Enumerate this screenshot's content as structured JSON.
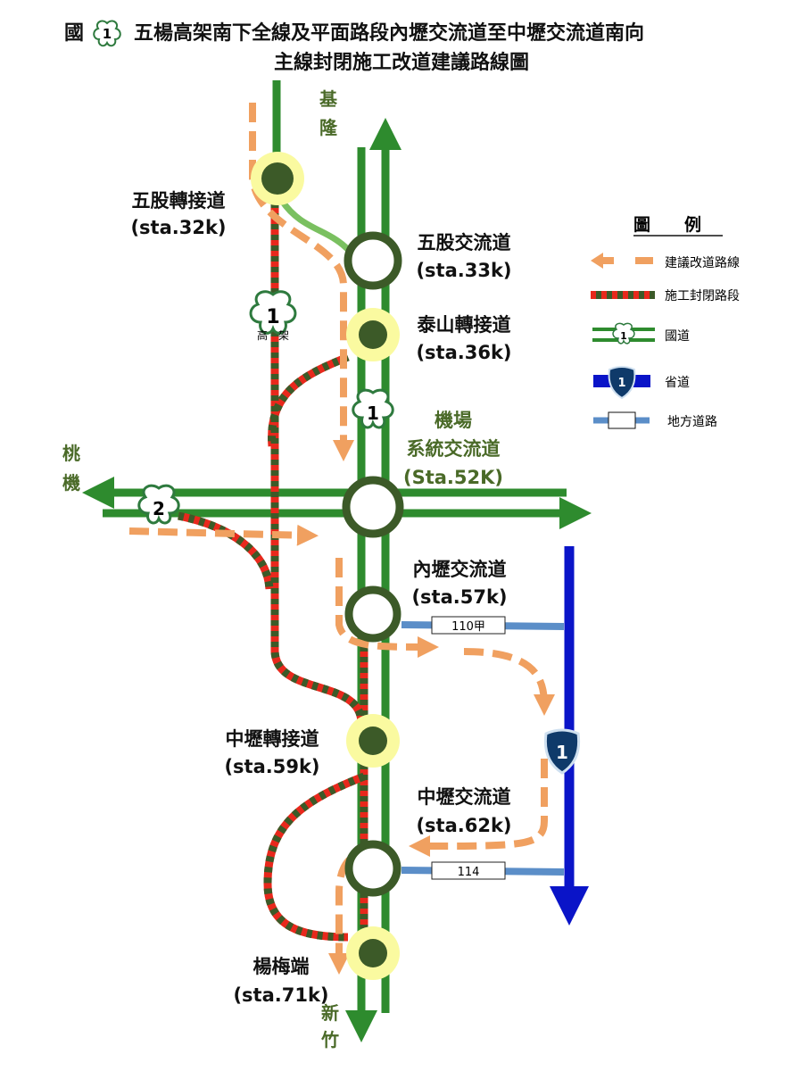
{
  "title": {
    "prefix": "國",
    "shield_number": "1",
    "line1": "五楊高架南下全線及平面路段內壢交流道至中壢交流道南向",
    "line2": "主線封閉施工改道建議路線圖"
  },
  "directions": {
    "north": [
      "基",
      "隆"
    ],
    "south": [
      "新",
      "竹"
    ],
    "west": [
      "桃",
      "機"
    ]
  },
  "nodes": [
    {
      "name": "五股轉接道",
      "sta": "(sta.32k)"
    },
    {
      "name": "五股交流道",
      "sta": "(sta.33k)"
    },
    {
      "name": "泰山轉接道",
      "sta": "(sta.36k)"
    },
    {
      "name": "機場",
      "name2": "系統交流道",
      "sta": "(Sta.52K)"
    },
    {
      "name": "內壢交流道",
      "sta": "(sta.57k)"
    },
    {
      "name": "中壢轉接道",
      "sta": "(sta.59k)"
    },
    {
      "name": "中壢交流道",
      "sta": "(sta.62k)"
    },
    {
      "name": "楊梅端",
      "sta": "(sta.71k)"
    }
  ],
  "shields": {
    "elevated": "1",
    "elevated_label": "高　架",
    "freeway": "1",
    "freeway2": "2",
    "provincial": "1"
  },
  "local_roads": [
    "110甲",
    "114"
  ],
  "legend": {
    "title": "圖　　例",
    "items": [
      "建議改道路線",
      "施工封閉路段",
      "國道",
      "省道",
      "地方道路"
    ],
    "shield_number": "1"
  },
  "colors": {
    "freeway": "#2e8b2e",
    "closed_red": "#e8281c",
    "closed_dark": "#3c5a28",
    "detour": "#f0a060",
    "provincial": "#0a14c8",
    "local": "#5b8ec8",
    "ring": "#3c5a28",
    "yellow": "#fafaa0",
    "label_green": "#4a6a28"
  }
}
